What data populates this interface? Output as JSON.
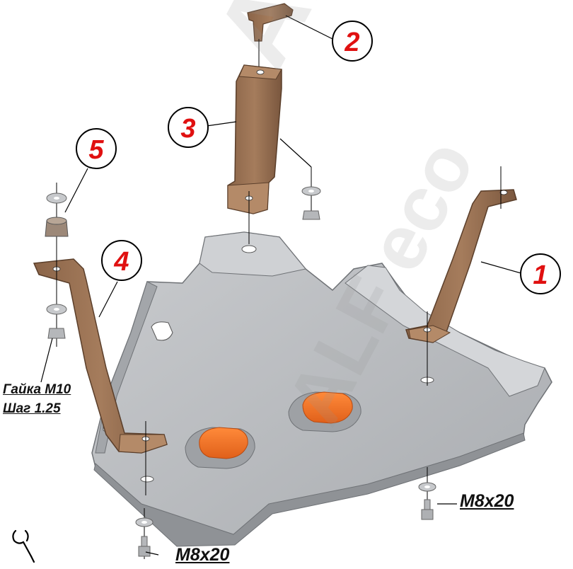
{
  "callouts": [
    {
      "id": "1",
      "text": "1"
    },
    {
      "id": "2",
      "text": "2"
    },
    {
      "id": "3",
      "text": "3"
    },
    {
      "id": "4",
      "text": "4"
    },
    {
      "id": "5",
      "text": "5"
    }
  ],
  "labels": {
    "nut_line1": "Гайка М10",
    "nut_line2": "Шаг 1.25",
    "bolt_right": "M8x20",
    "bolt_bottom": "M8x20"
  },
  "watermark": {
    "top": "ALF eco",
    "bottom": "ALF eco"
  },
  "colors": {
    "plate": "#b9bcbf",
    "plate_light": "#d8dadc",
    "plate_dark": "#8e9195",
    "bracket": "#9a7355",
    "bracket_dark": "#6e4e38",
    "pad": "#f07020",
    "callout_text": "#e01010"
  },
  "icons": {
    "corner": "wrench-icon"
  }
}
